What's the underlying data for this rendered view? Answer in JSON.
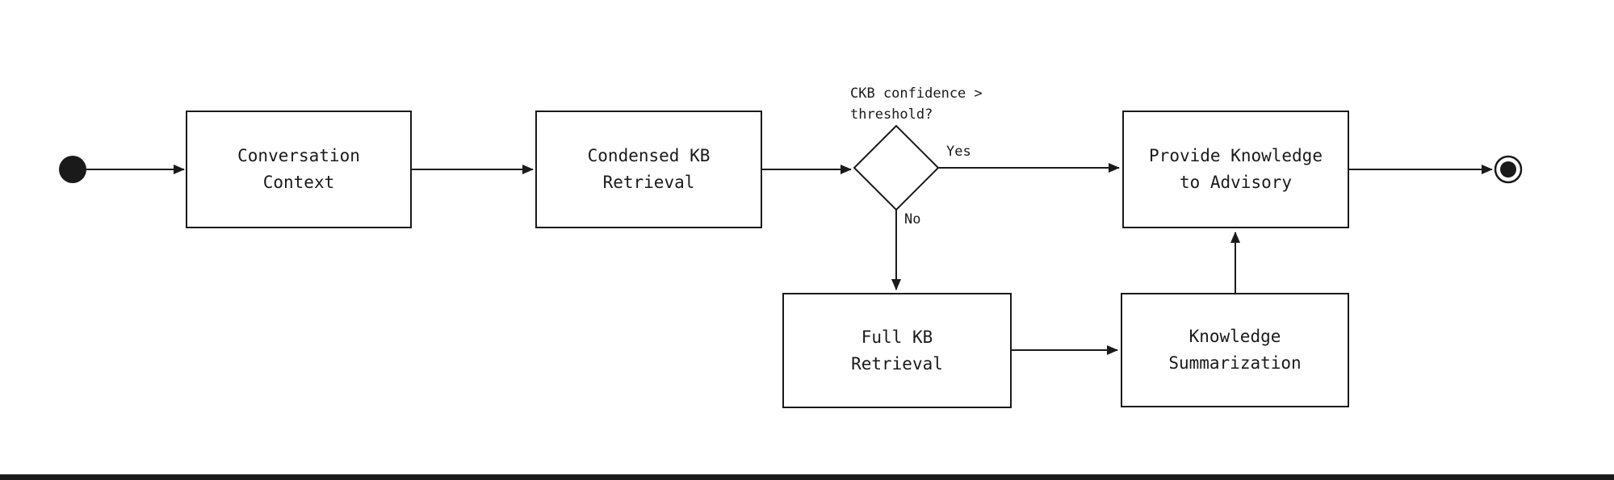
{
  "diagram": {
    "type": "activity-flowchart",
    "nodes": {
      "conversation_context": {
        "label": "Conversation\nContext"
      },
      "condensed_kb_retrieval": {
        "label": "Condensed KB\nRetrieval"
      },
      "decision": {
        "label": "CKB confidence >\nthreshold?"
      },
      "provide_knowledge": {
        "label": "Provide Knowledge\nto Advisory"
      },
      "full_kb_retrieval": {
        "label": "Full KB\nRetrieval"
      },
      "knowledge_summarization": {
        "label": "Knowledge\nSummarization"
      }
    },
    "edge_labels": {
      "yes": "Yes",
      "no": "No"
    },
    "colors": {
      "stroke": "#1a1a1a",
      "background": "#ffffff",
      "bottom_bar": "#1c1c1c"
    }
  }
}
